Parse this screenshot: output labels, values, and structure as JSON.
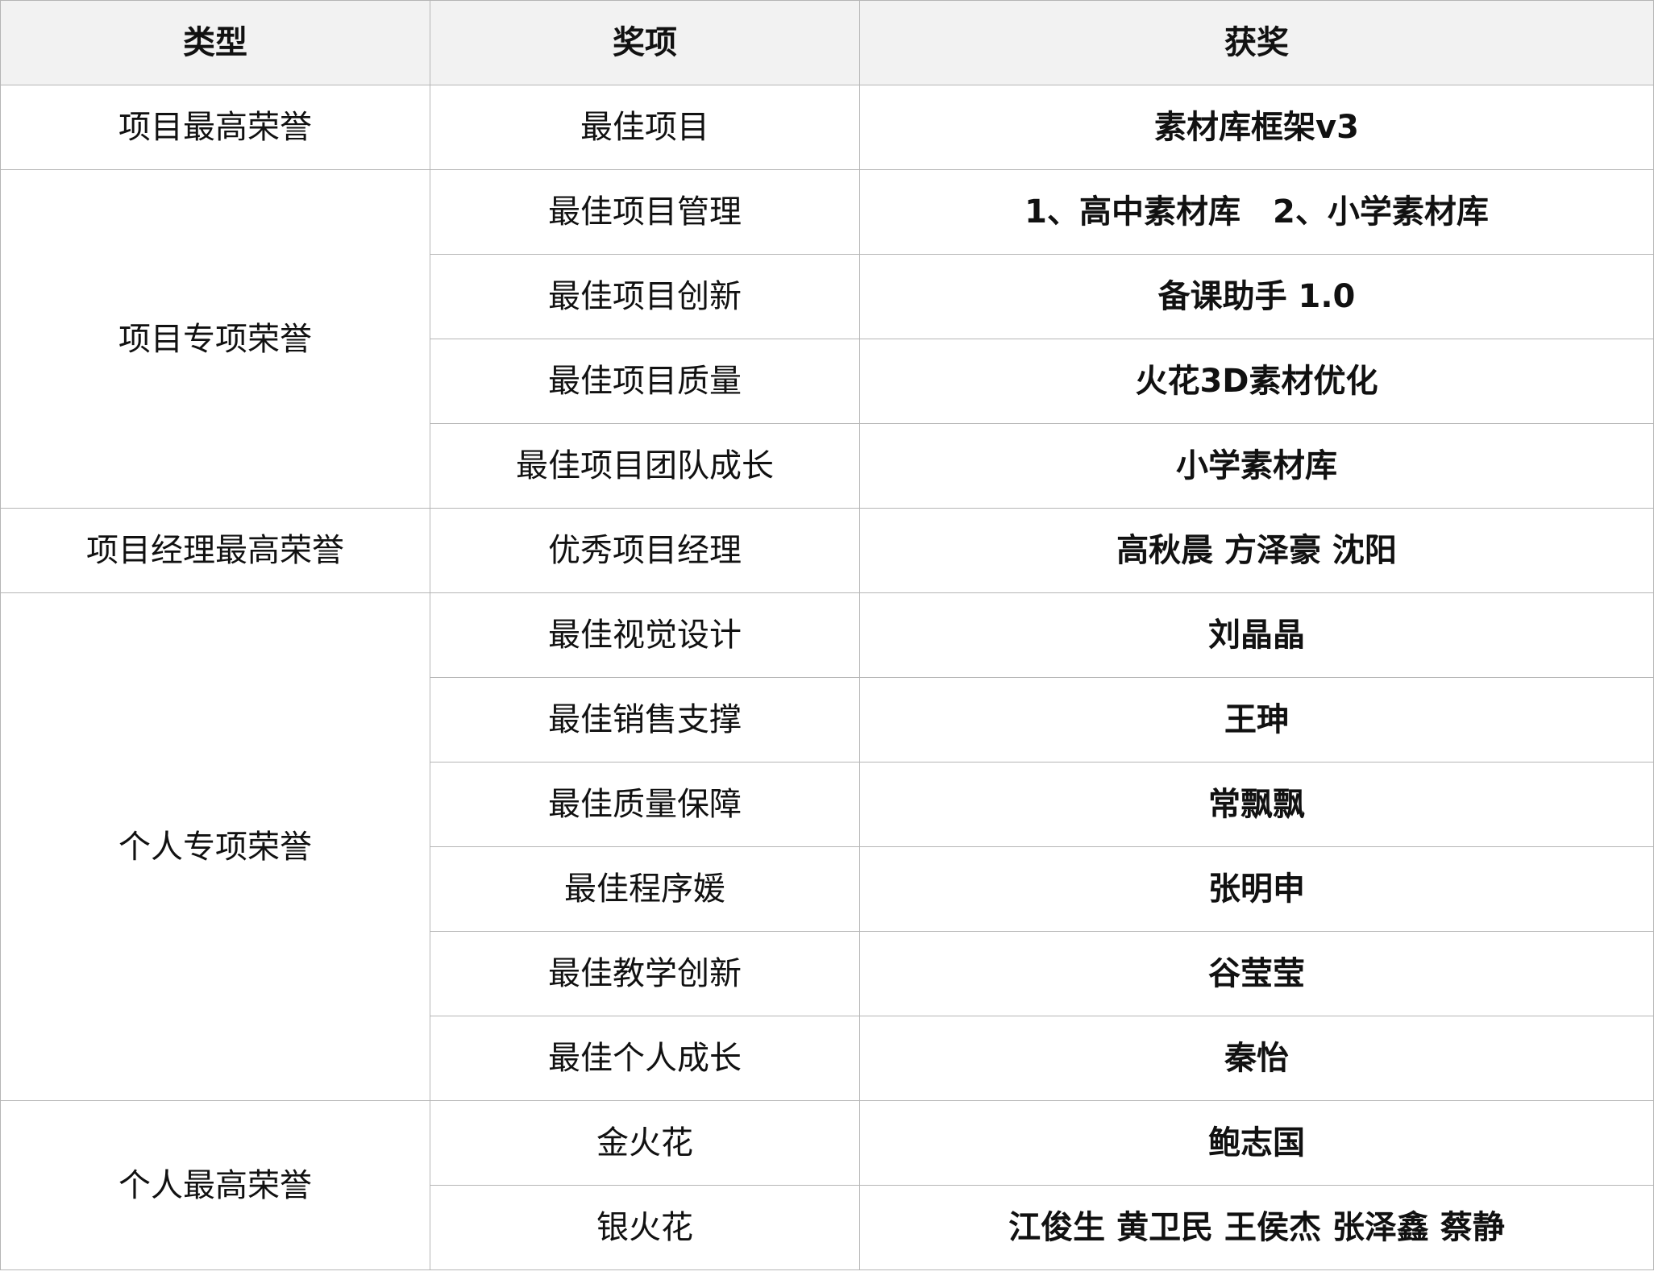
{
  "table": {
    "headers": [
      "类型",
      "奖项",
      "获奖"
    ],
    "rows": [
      {
        "category": "项目最高荣誉",
        "award": "最佳项目",
        "winner": "素材库框架v3"
      },
      {
        "category": "项目专项荣誉",
        "award": "最佳项目管理",
        "winner": "1、高中素材库　2、小学素材库"
      },
      {
        "award": "最佳项目创新",
        "winner": "备课助手 1.0"
      },
      {
        "award": "最佳项目质量",
        "winner": "火花3D素材优化"
      },
      {
        "award": "最佳项目团队成长",
        "winner": "小学素材库"
      },
      {
        "category": "项目经理最高荣誉",
        "award": "优秀项目经理",
        "winner": "高秋晨 方泽豪 沈阳"
      },
      {
        "category": "个人专项荣誉",
        "award": "最佳视觉设计",
        "winner": "刘晶晶"
      },
      {
        "award": "最佳销售支撑",
        "winner": "王珅"
      },
      {
        "award": "最佳质量保障",
        "winner": "常飘飘"
      },
      {
        "award": "最佳程序媛",
        "winner": "张明申"
      },
      {
        "award": "最佳教学创新",
        "winner": "谷莹莹"
      },
      {
        "award": "最佳个人成长",
        "winner": "秦怡"
      },
      {
        "category": "个人最高荣誉",
        "award": "金火花",
        "winner": "鲍志国"
      },
      {
        "award": "银火花",
        "winner": "江俊生 黄卫民 王侯杰 张泽鑫 蔡静"
      }
    ]
  },
  "colors": {
    "winner_text": "#ff5a0a",
    "header_bg": "#f2f2f2",
    "border": "#b5b5b5"
  }
}
